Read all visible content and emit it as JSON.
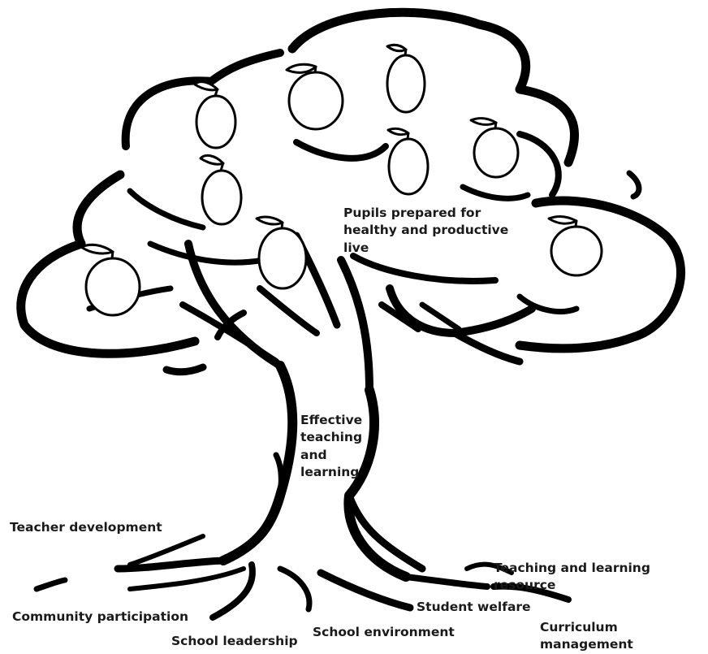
{
  "diagram": {
    "canopy_label": "Pupils prepared for\nhealthy and productive\nlive",
    "trunk_label": "Effective\nteaching\nand\nlearning",
    "roots": {
      "teacher_development": "Teacher development",
      "community_participation": "Community participation",
      "school_leadership": "School leadership",
      "school_environment": "School environment",
      "student_welfare": "Student welfare",
      "teaching_learning_resources": "Teaching and learning resource",
      "curriculum_management": "Curriculum management"
    },
    "colors": {
      "ink": "#000000",
      "fruit_fill": "#ffffff",
      "text": "#1a1a1a"
    },
    "icons": {
      "tree": "tree-icon",
      "fruit": "apple-icon"
    }
  }
}
